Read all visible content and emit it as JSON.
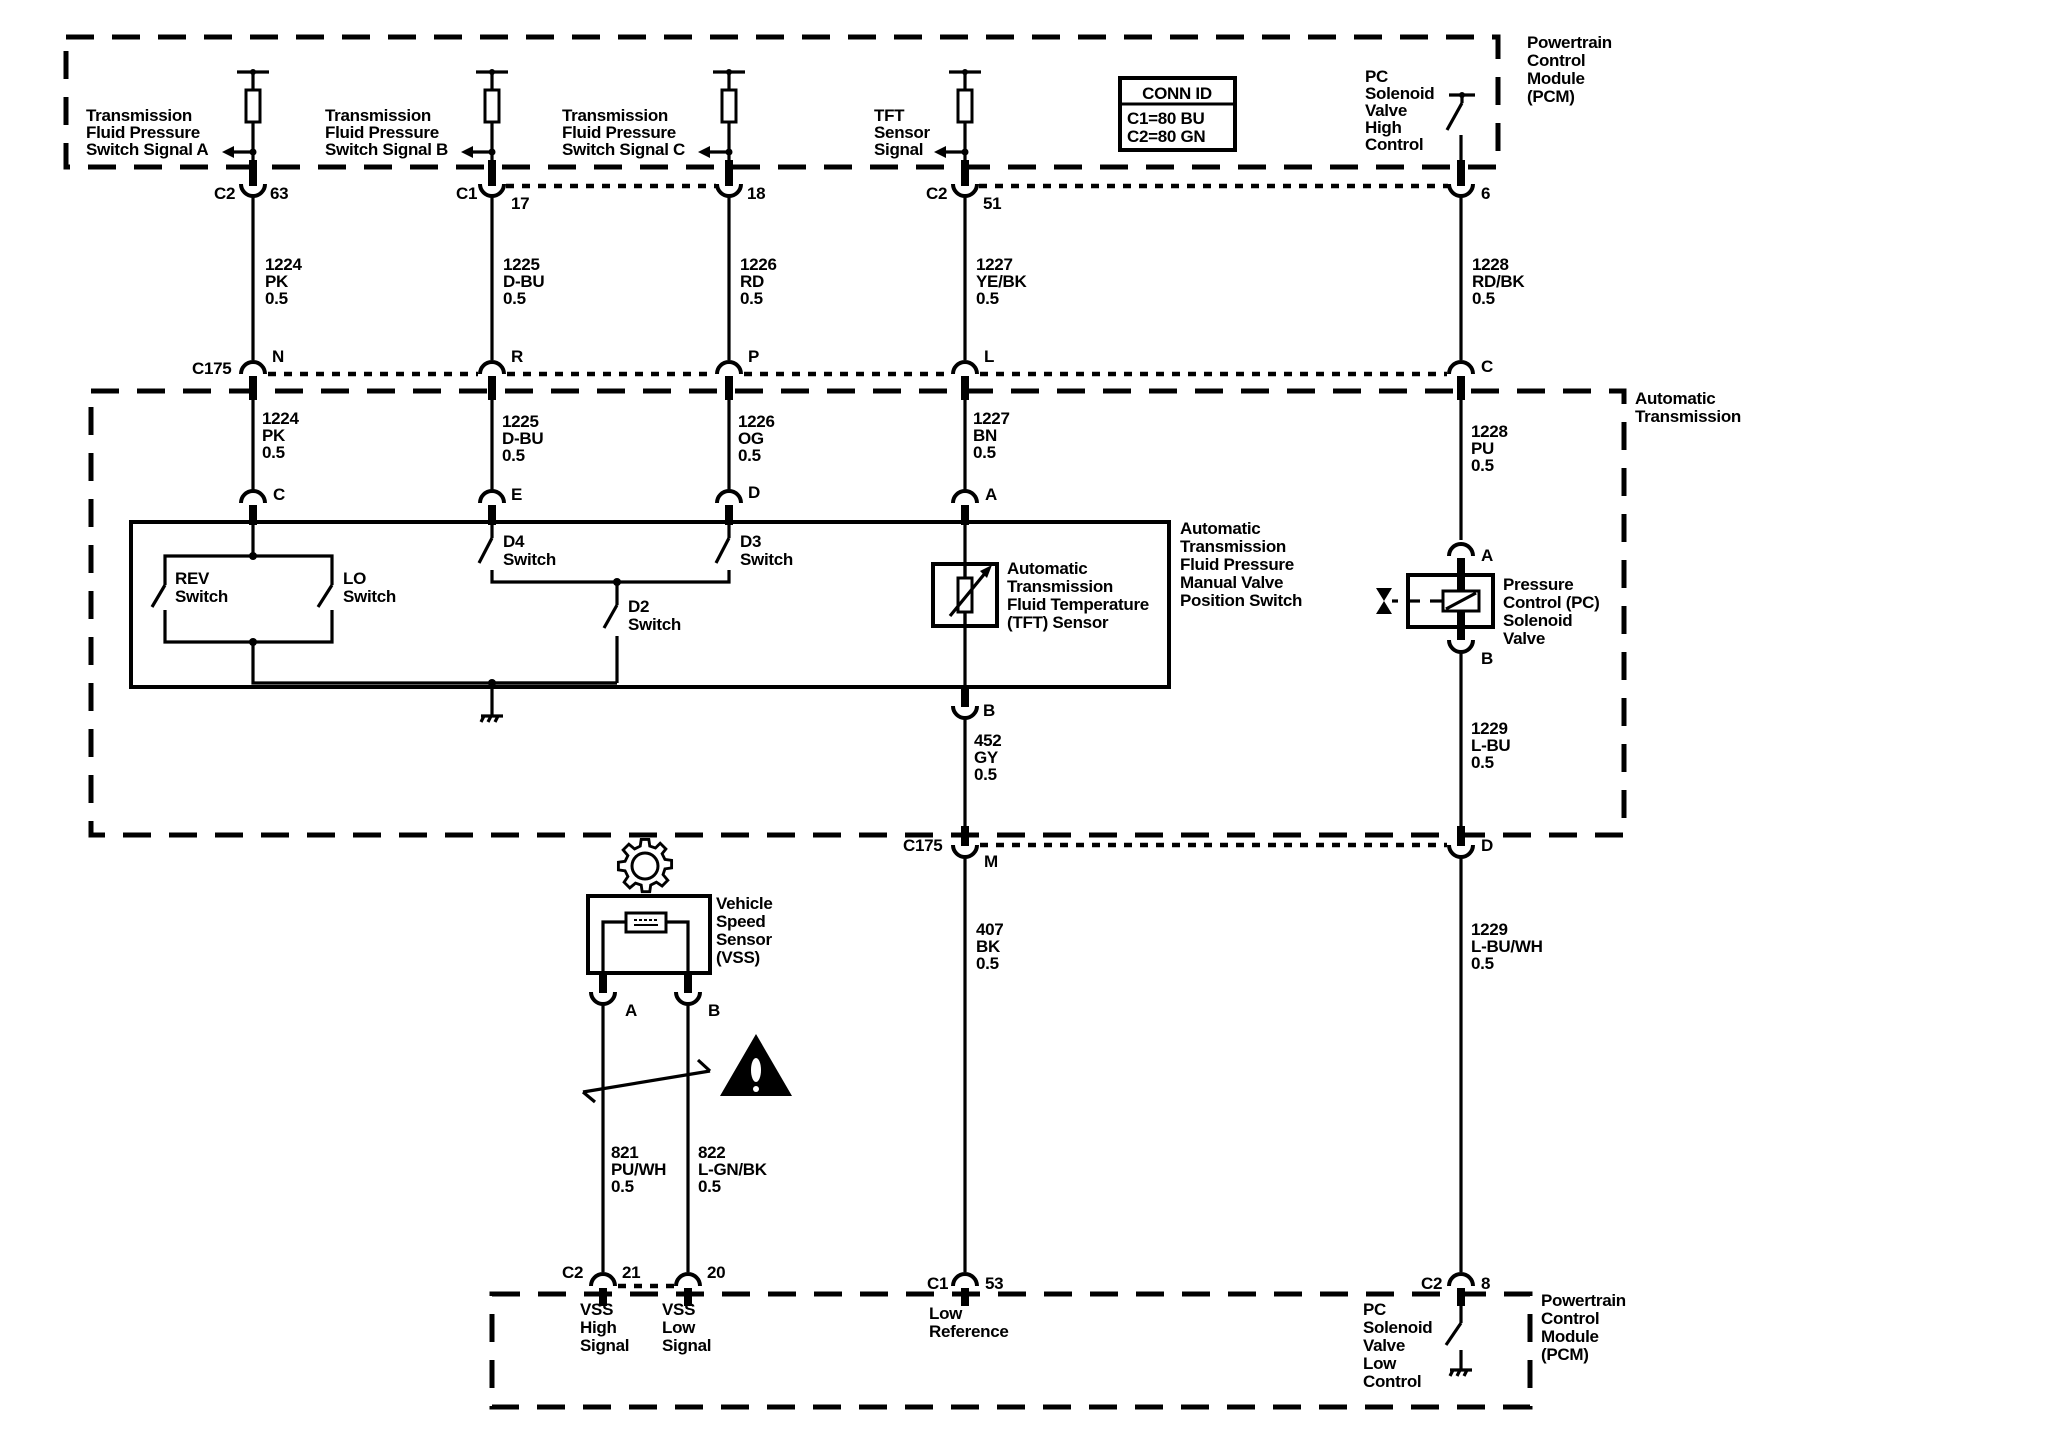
{
  "diagram": {
    "title": "Automatic Transmission Controls Wiring Schematic",
    "colors": {
      "ink": "#000000",
      "background": "#ffffff"
    }
  },
  "modules": {
    "pcm_top": {
      "label": [
        "Powertrain",
        "Control",
        "Module",
        "(PCM)"
      ]
    },
    "pcm_bottom": {
      "label": [
        "Powertrain",
        "Control",
        "Module",
        "(PCM)"
      ]
    },
    "auto_trans": {
      "label": [
        "Automatic",
        "Transmission"
      ]
    },
    "manual_valve": {
      "label": [
        "Automatic",
        "Transmission",
        "Fluid Pressure",
        "Manual Valve",
        "Position Switch"
      ]
    }
  },
  "conn_id": {
    "title": "CONN ID",
    "lines": [
      "C1=80 BU",
      "C2=80 GN"
    ]
  },
  "pcm_signals": {
    "a": [
      "Transmission",
      "Fluid Pressure",
      "Switch Signal A"
    ],
    "b": [
      "Transmission",
      "Fluid Pressure",
      "Switch Signal B"
    ],
    "c": [
      "Transmission",
      "Fluid Pressure",
      "Switch Signal C"
    ],
    "tft": [
      "TFT",
      "Sensor",
      "Signal"
    ],
    "pc_high": [
      "PC",
      "Solenoid",
      "Valve",
      "High",
      "Control"
    ],
    "pc_low": [
      "PC",
      "Solenoid",
      "Valve",
      "Low",
      "Control"
    ],
    "vss_high": [
      "VSS",
      "High",
      "Signal"
    ],
    "vss_low": [
      "VSS",
      "Low",
      "Signal"
    ],
    "low_ref": [
      "Low",
      "Reference"
    ]
  },
  "pcm_pins": {
    "w1": {
      "conn": "C2",
      "pin": "63"
    },
    "w2": {
      "conn": "C1",
      "pin": "17"
    },
    "w3": {
      "pin": "18"
    },
    "w4": {
      "conn": "C2",
      "pin": "51"
    },
    "w5": {
      "pin": "6"
    },
    "vssA": {
      "conn": "C2",
      "pin": "21"
    },
    "vssB": {
      "pin": "20"
    },
    "lowref": {
      "conn": "C1",
      "pin": "53"
    },
    "pclow": {
      "conn": "C2",
      "pin": "8"
    }
  },
  "c175": {
    "name": "C175",
    "top_pins": [
      "N",
      "R",
      "P",
      "L",
      "C"
    ],
    "bottom_pins": [
      "M",
      "D"
    ]
  },
  "wires_upper": [
    {
      "circuit": "1224",
      "color": "PK",
      "size": "0.5"
    },
    {
      "circuit": "1225",
      "color": "D-BU",
      "size": "0.5"
    },
    {
      "circuit": "1226",
      "color": "RD",
      "size": "0.5"
    },
    {
      "circuit": "1227",
      "color": "YE/BK",
      "size": "0.5"
    },
    {
      "circuit": "1228",
      "color": "RD/BK",
      "size": "0.5"
    }
  ],
  "wires_trans": [
    {
      "circuit": "1224",
      "color": "PK",
      "size": "0.5"
    },
    {
      "circuit": "1225",
      "color": "D-BU",
      "size": "0.5"
    },
    {
      "circuit": "1226",
      "color": "OG",
      "size": "0.5"
    },
    {
      "circuit": "1227",
      "color": "BN",
      "size": "0.5"
    },
    {
      "circuit": "1228",
      "color": "PU",
      "size": "0.5"
    }
  ],
  "component_pins": {
    "switch_c": "C",
    "switch_e": "E",
    "switch_d": "D",
    "tft_a": "A",
    "tft_b": "B",
    "pc_a": "A",
    "pc_b": "B",
    "vss_a": "A",
    "vss_b": "B"
  },
  "switches": {
    "rev": [
      "REV",
      "Switch"
    ],
    "lo": [
      "LO",
      "Switch"
    ],
    "d4": [
      "D4",
      "Switch"
    ],
    "d3": [
      "D3",
      "Switch"
    ],
    "d2": [
      "D2",
      "Switch"
    ]
  },
  "sensors": {
    "tft": [
      "Automatic",
      "Transmission",
      "Fluid Temperature",
      "(TFT) Sensor"
    ],
    "pc_solenoid": [
      "Pressure",
      "Control (PC)",
      "Solenoid",
      "Valve"
    ],
    "vss": [
      "Vehicle",
      "Speed",
      "Sensor",
      "(VSS)"
    ]
  },
  "wires_lower": {
    "gy": {
      "circuit": "452",
      "color": "GY",
      "size": "0.5"
    },
    "lbu": {
      "circuit": "1229",
      "color": "L-BU",
      "size": "0.5"
    },
    "bk": {
      "circuit": "407",
      "color": "BK",
      "size": "0.5"
    },
    "lbuwh": {
      "circuit": "1229",
      "color": "L-BU/WH",
      "size": "0.5"
    },
    "vss_hi": {
      "circuit": "821",
      "color": "PU/WH",
      "size": "0.5"
    },
    "vss_lo": {
      "circuit": "822",
      "color": "L-GN/BK",
      "size": "0.5"
    }
  },
  "icons": [
    "gear-icon",
    "warning-icon",
    "ground-icon",
    "twisted-pair-icon",
    "thermistor-icon",
    "solenoid-icon",
    "pull-up-resistor-icon"
  ]
}
